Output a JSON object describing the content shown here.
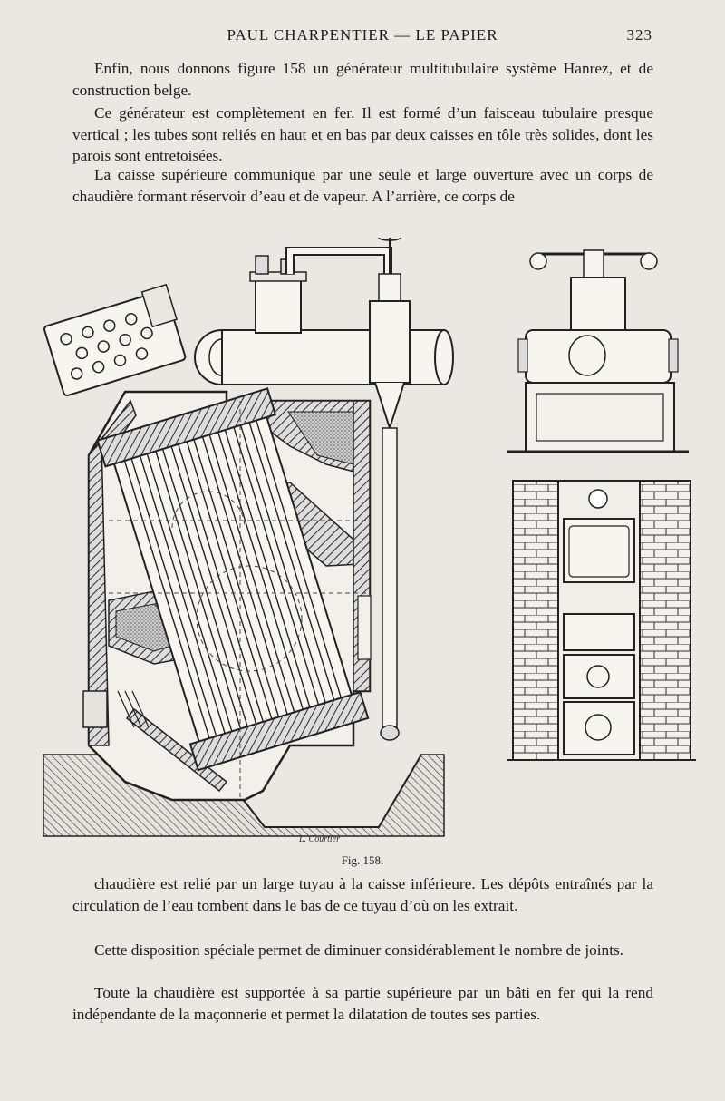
{
  "header": {
    "running_title": "PAUL CHARPENTIER — LE PAPIER",
    "page_number": "323"
  },
  "paragraphs": [
    "Enfin, nous donnons figure 158 un générateur multitubulaire système Hanrez, et de construction belge.",
    "Ce générateur est complètement en fer. Il est formé d’un faisceau tubulaire presque vertical ; les tubes sont reliés en haut et en bas par deux caisses en tôle très solides, dont les parois sont entretoisées.",
    "La caisse supérieure communique par une seule et large ouverture avec un corps de chaudière formant réservoir d’eau et de vapeur. A l’arrière, ce corps de",
    "chaudière est relié par un large tuyau à la caisse inférieure. Les dépôts entraînés par la circulation de l’eau tombent dans le bas de ce tuyau d’où on les extrait.",
    "Cette disposition spéciale permet de diminuer considérablement le nombre de joints.",
    "Toute la chaudière est supportée à sa partie supérieure par un bâti en fer qui la rend indépendante de la maçonnerie et permet la dilatation de toutes ses parties."
  ],
  "figure": {
    "engraver_signature": "L. Courtier",
    "caption": "Fig. 158."
  }
}
